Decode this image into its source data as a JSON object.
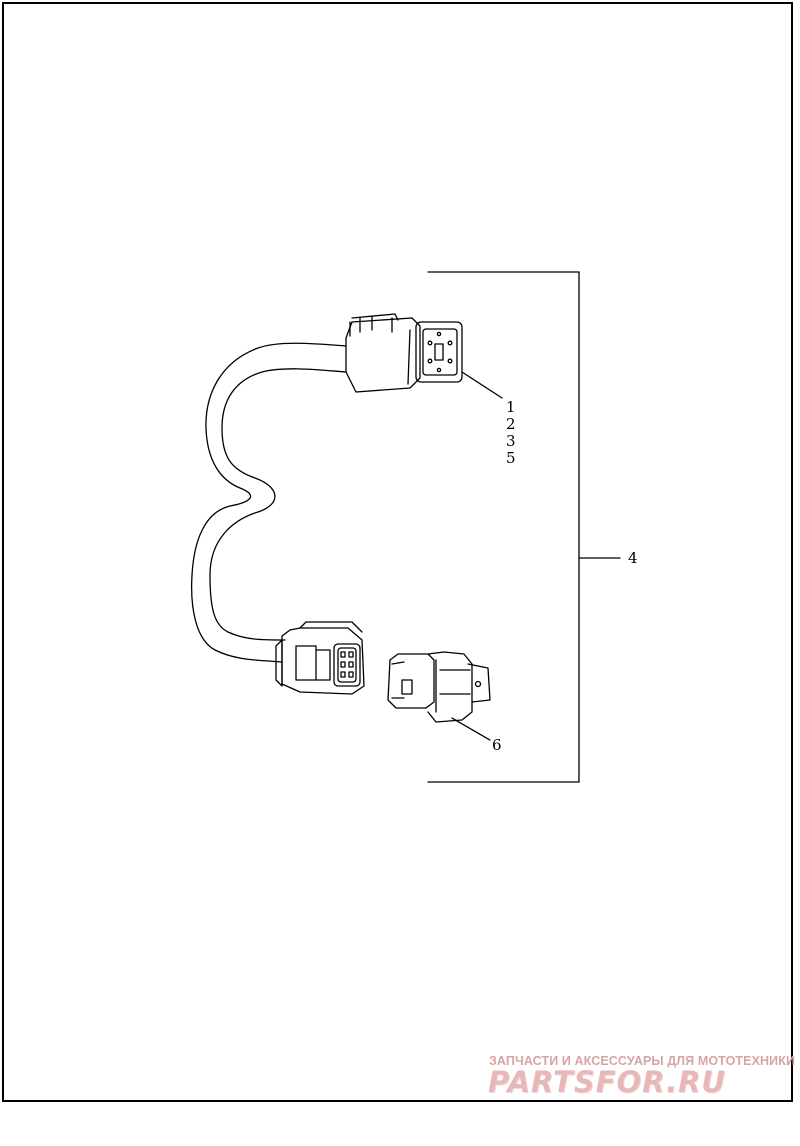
{
  "callouts": {
    "c1": "1",
    "c2": "2",
    "c3": "3",
    "c5": "5",
    "c4": "4",
    "c6": "6"
  },
  "watermark": {
    "text": "ЗАПЧАСТИ И АКСЕССУАРЫ ДЛЯ МОТОТЕХНИКИ",
    "logo": "PARTSFOR.RU"
  },
  "colors": {
    "line": "#000000",
    "watermark": "#d7a4a4"
  }
}
